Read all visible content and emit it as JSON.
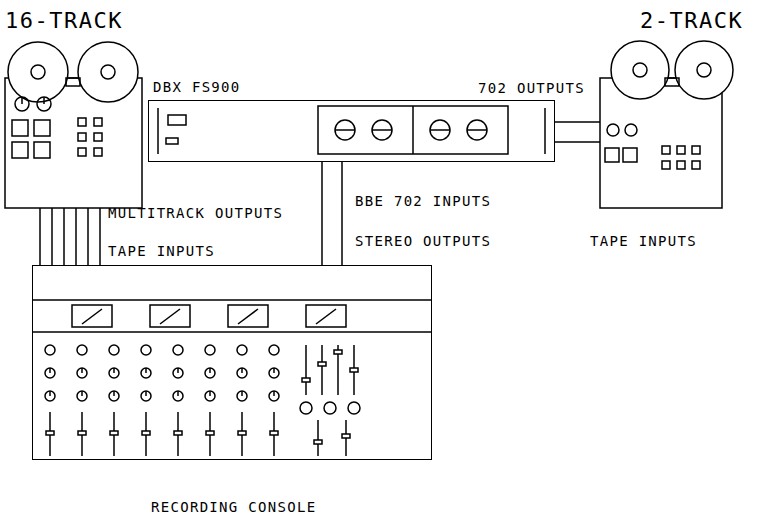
{
  "diagram": {
    "nodes": [
      {
        "text": [
          "16-TRACK"
        ]
      },
      {
        "text": [
          "2-TRACK"
        ]
      },
      {
        "text": [
          "DBX FS900"
        ]
      },
      {
        "text": [
          "RECORDING CONSOLE"
        ]
      }
    ],
    "edges": [
      {
        "from": 0,
        "to": 3,
        "arrow": "none"
      },
      {
        "from": 3,
        "to": 2,
        "arrow": "none"
      },
      {
        "from": 2,
        "to": 1,
        "arrow": "none"
      }
    ],
    "labels": [
      "702 OUTPUTS",
      "BBE 702 INPUTS",
      "MULTITRACK OUTPUTS",
      "STEREO OUTPUTS",
      "TAPE INPUTS",
      "TAPE INPUTS"
    ]
  }
}
